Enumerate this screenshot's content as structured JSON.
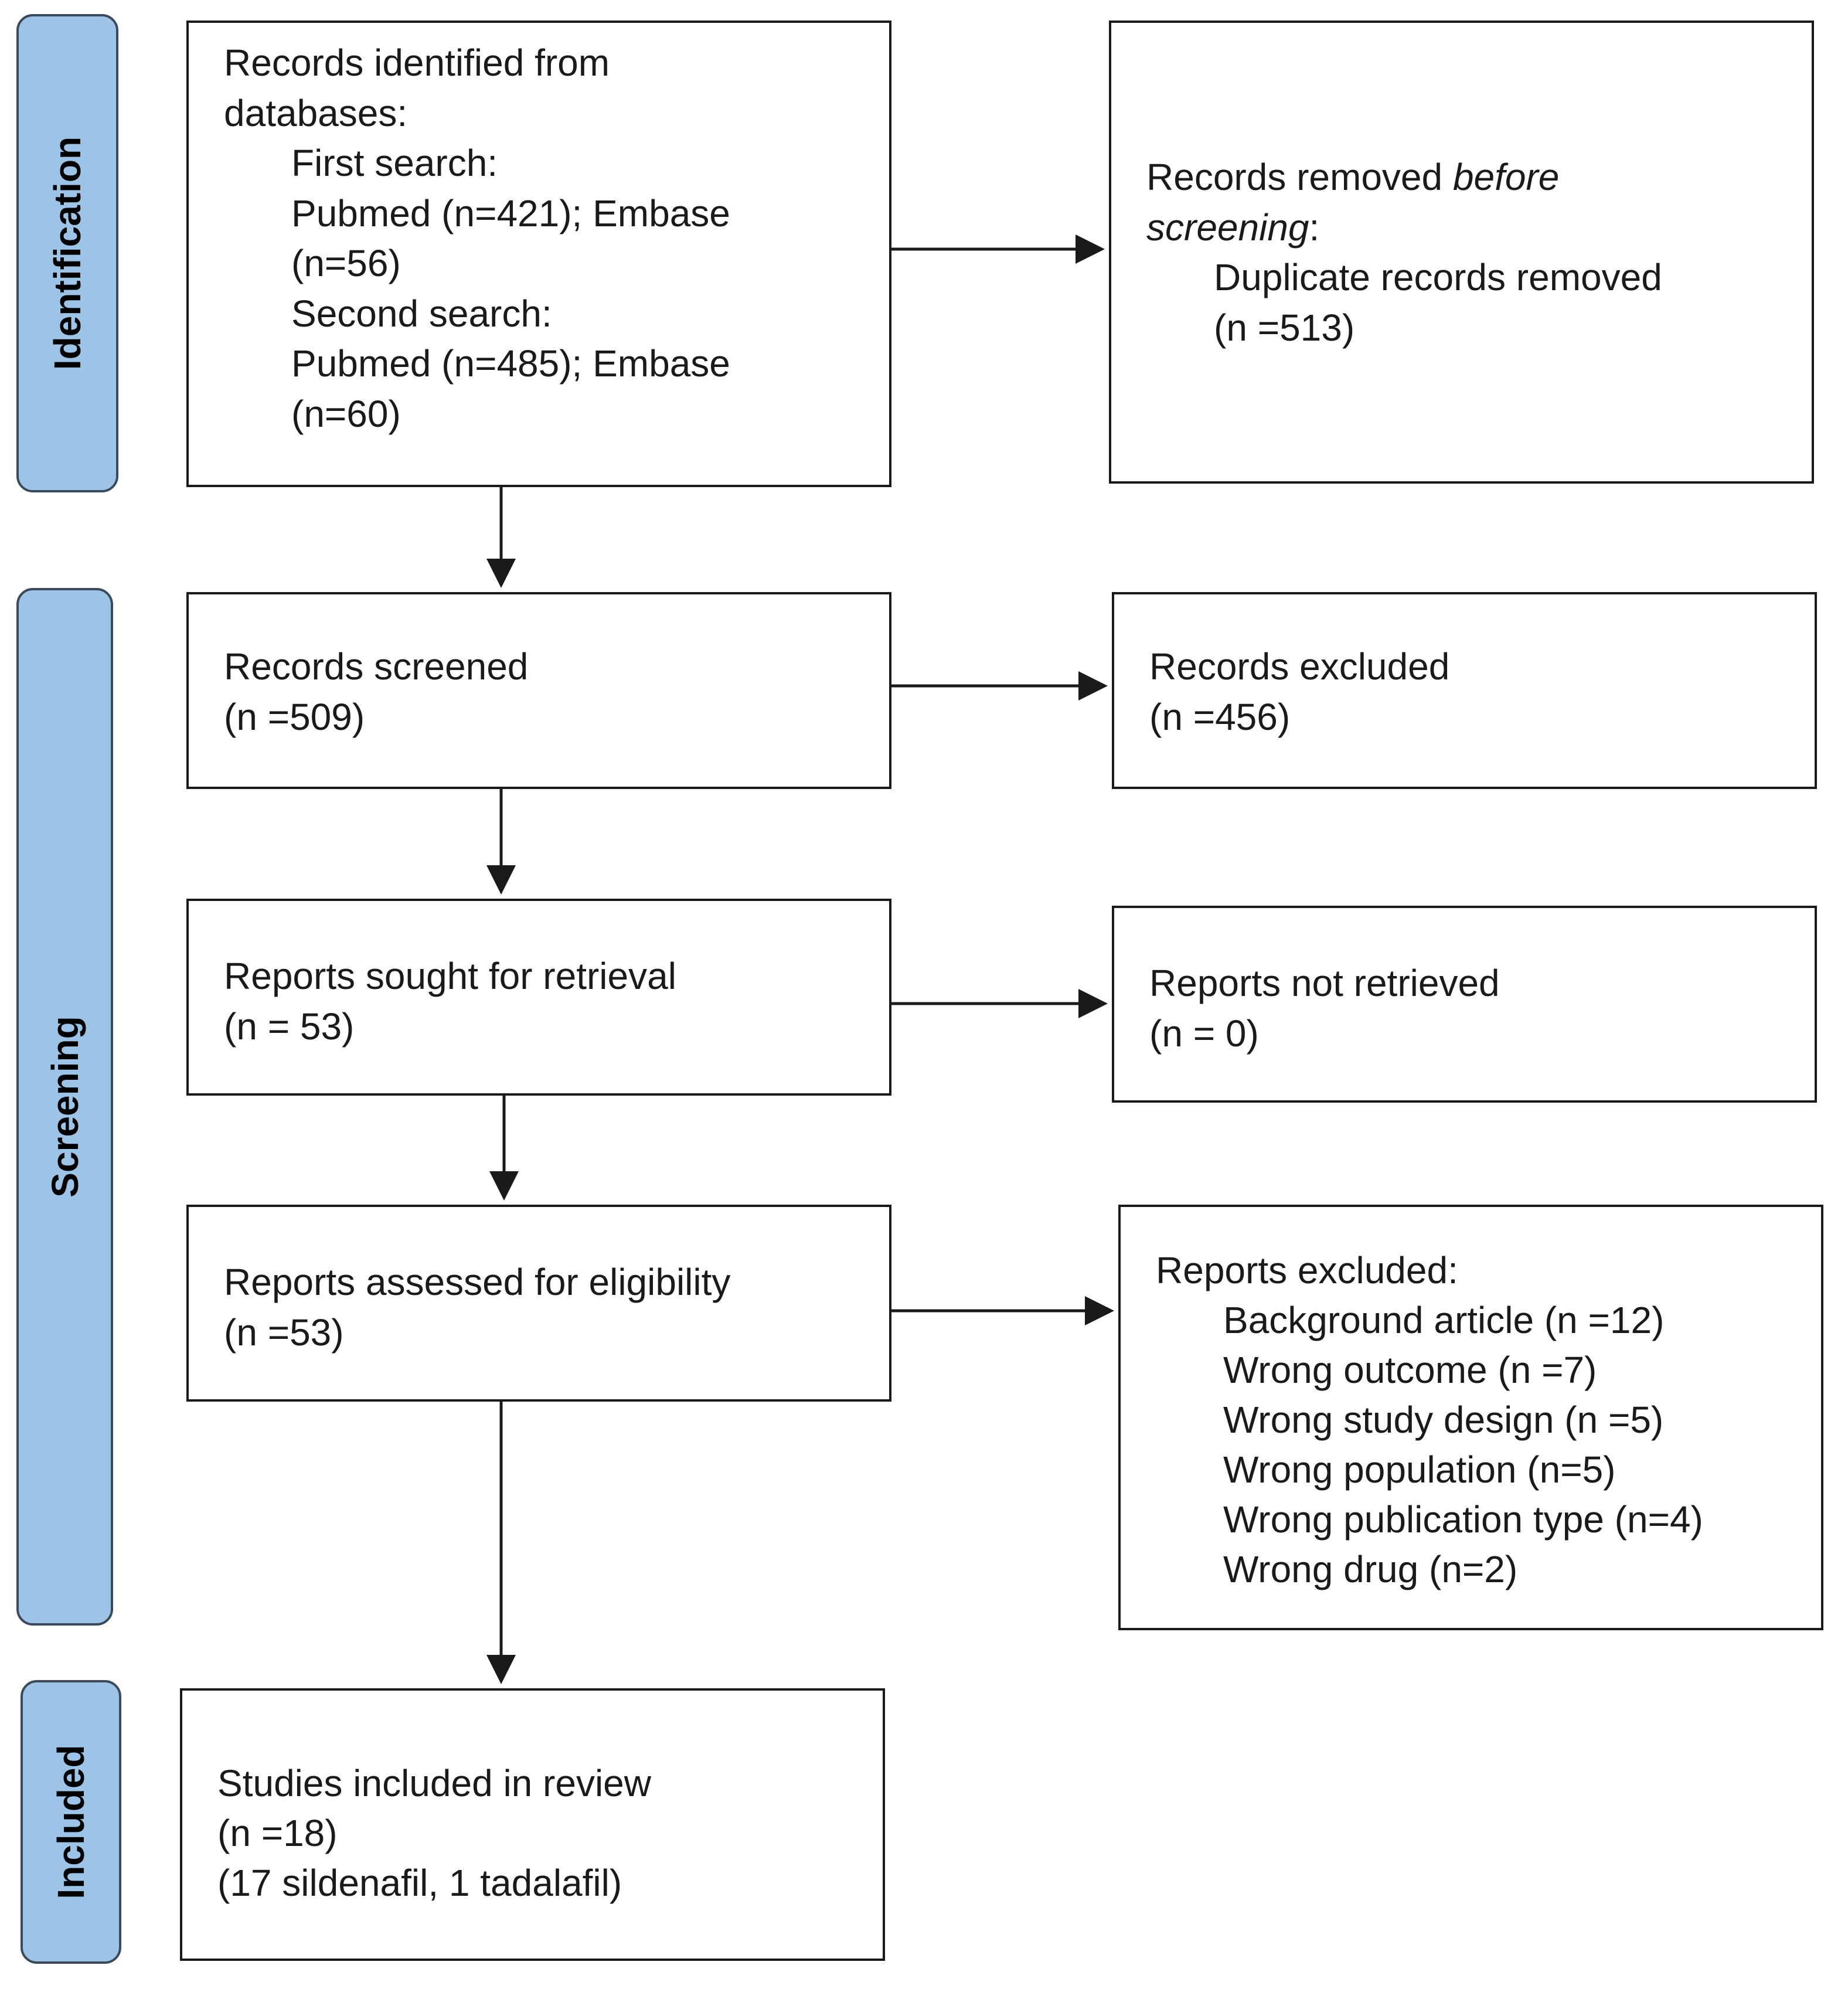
{
  "phases": {
    "identification": "Identification",
    "screening": "Screening",
    "included": "Included"
  },
  "identified": {
    "heading_1": "Records identified from",
    "heading_2": "databases:",
    "first_search": "First search:",
    "first_result_1": "Pubmed (n=421); Embase",
    "first_result_2": "(n=56)",
    "second_search": "Second search:",
    "second_result_1": "Pubmed (n=485); Embase",
    "second_result_2": "(n=60)"
  },
  "removed": {
    "label_normal": "Records removed ",
    "label_italic": "before",
    "label_italic_2": "screening",
    "label_colon": ":",
    "duplicates": "Duplicate records removed",
    "count": "(n =513)"
  },
  "screened": {
    "label": "Records screened",
    "count": "(n =509)"
  },
  "excluded": {
    "label": "Records excluded",
    "count": "(n =456)"
  },
  "sought": {
    "label": "Reports sought for retrieval",
    "count": "(n = 53)"
  },
  "not_retrieved": {
    "label": "Reports not retrieved",
    "count": "(n = 0)"
  },
  "assessed": {
    "label": "Reports assessed for eligibility",
    "count": "(n =53)"
  },
  "reports_excluded": {
    "label": "Reports excluded:",
    "reasons": [
      "Background article (n =12)",
      "Wrong outcome (n =7)",
      "Wrong study design (n =5)",
      "Wrong population (n=5)",
      "Wrong publication type (n=4)",
      "Wrong drug (n=2)"
    ]
  },
  "included": {
    "label": "Studies included in review",
    "count": "(n =18)",
    "detail": "(17 sildenafil, 1 tadalafil)"
  }
}
